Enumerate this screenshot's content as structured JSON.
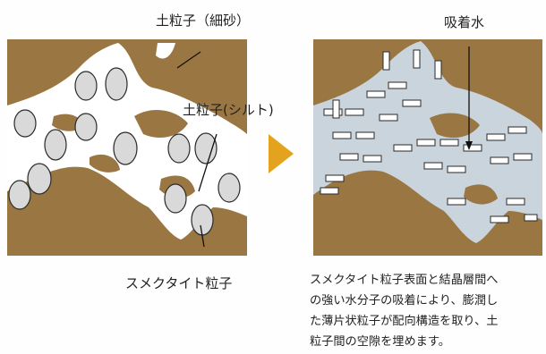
{
  "labels": {
    "soil_fine_sand": "土粒子（細砂）",
    "soil_silt": "土粒子(シルト)",
    "smectite_particle": "スメクタイト粒子",
    "adsorbed_water": "吸着水"
  },
  "description_lines": [
    "スメクタイト粒子表面と結晶層間へ",
    "の強い水分子の吸着により、膨潤し",
    "た薄片状粒子が配向構造を取り、土",
    "粒子間の空隙を埋めます。"
  ],
  "colors": {
    "soil": "#9a7642",
    "pore_white": "#ffffff",
    "adsorbed_water": "#c9d4dc",
    "arrow": "#e3a31f",
    "outline": "#2a2a2a"
  }
}
